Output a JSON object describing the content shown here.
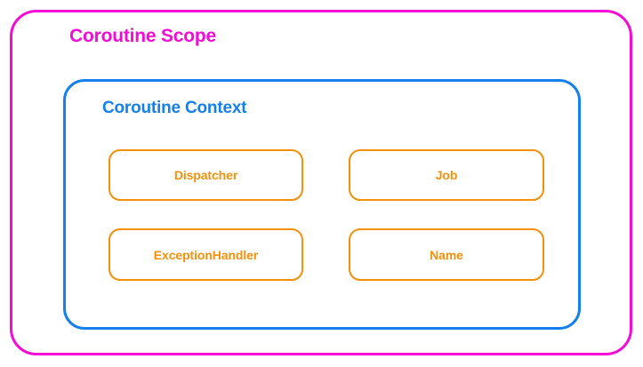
{
  "diagram": {
    "type": "nested-boxes",
    "title": "Coroutine Scope",
    "outer": {
      "label": "Coroutine Scope",
      "color": "#f50ad8"
    },
    "inner": {
      "label": "Coroutine Context",
      "color": "#1380ee"
    },
    "components": [
      {
        "label": "Dispatcher",
        "color": "#f5900a"
      },
      {
        "label": "Job",
        "color": "#f5900a"
      },
      {
        "label": "ExceptionHandler",
        "color": "#f5900a"
      },
      {
        "label": "Name",
        "color": "#f5900a"
      }
    ],
    "colors": {
      "scope_border": "#f50ad8",
      "context_border": "#1380ee",
      "component_border": "#f5900a",
      "background": "#ffffff"
    }
  }
}
